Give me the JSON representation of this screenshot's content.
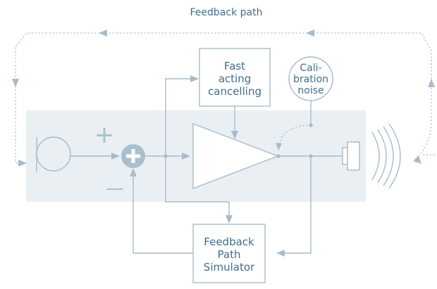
{
  "feedback_path_label": "Feedback path",
  "fast_cancel": {
    "line1": "Fast",
    "line2": "acting",
    "line3": "cancelling"
  },
  "calibration": {
    "line1": "Cali-",
    "line2": "bration",
    "line3": "noise"
  },
  "simulator": {
    "line1": "Feedback",
    "line2": "Path",
    "line3": "Simulator"
  },
  "signs": {
    "plus": "+",
    "minus": "—"
  },
  "colors": {
    "band": "#eaeff3",
    "line": "#a7bccb",
    "text": "#3f6e8c",
    "summer": "#a9bfce"
  },
  "icons": [
    "microphone-icon",
    "summing-junction-icon",
    "amplifier-icon",
    "speaker-icon",
    "sound-waves-icon"
  ]
}
